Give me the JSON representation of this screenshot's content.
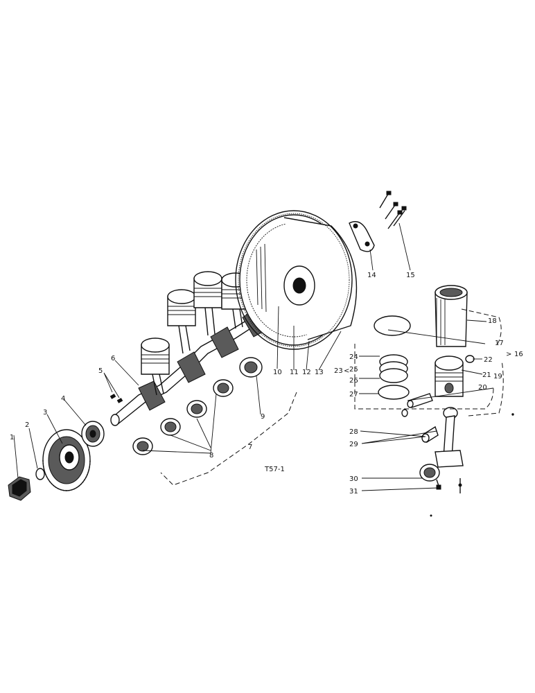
{
  "diagram": {
    "code": "T57-1",
    "callouts": [
      "1",
      "2",
      "3",
      "4",
      "5",
      "6",
      "7",
      "8",
      "9",
      "10",
      "11",
      "12",
      "13",
      "14",
      "15",
      "16",
      "17",
      "18",
      "19",
      "20",
      "21",
      "22",
      "23",
      "24",
      "25",
      "26",
      "27",
      "28",
      "29",
      "30",
      "31"
    ]
  }
}
